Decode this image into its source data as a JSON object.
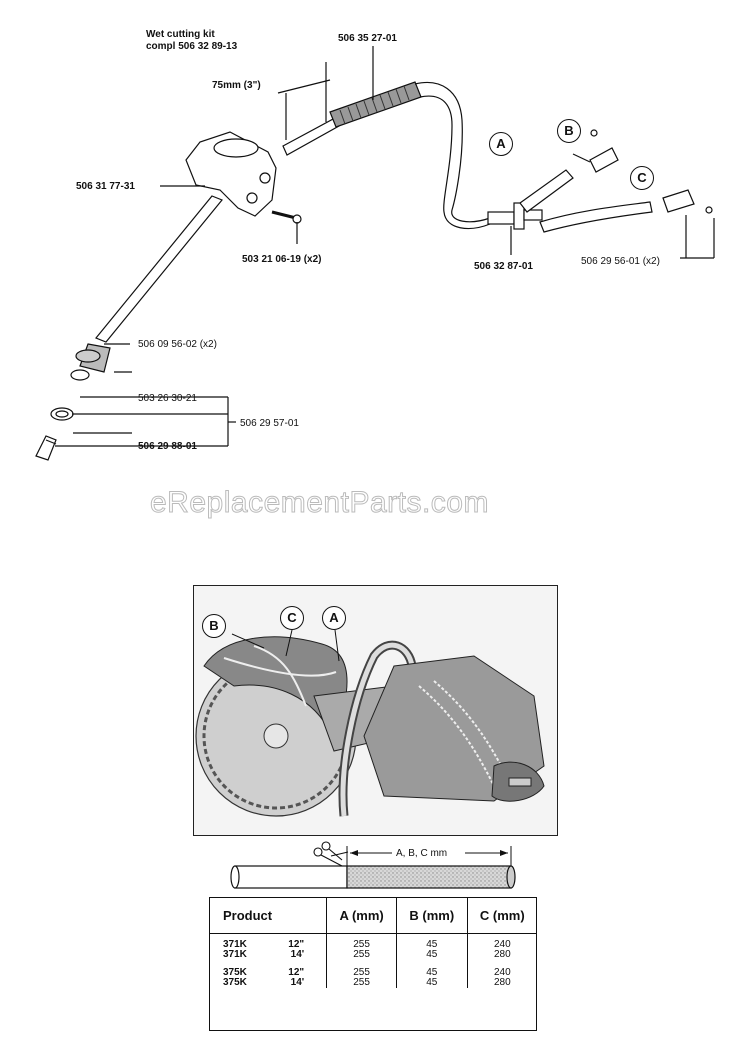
{
  "exploded_view": {
    "kit_title_line1": "Wet cutting kit",
    "kit_title_line2": "compl 506 32 89-13",
    "dimension_label": "75mm (3\")",
    "part_labels": {
      "hose_sleeve": "506 35 27-01",
      "nozzle_housing": "506 31 77-31",
      "screw": "503 21 06-19 (x2)",
      "t_connector": "506 32 87-01",
      "clamps": "506 29 56-01 (x2)",
      "coupling": "506 09 56-02 (x2)",
      "washer": "503 26 30-21",
      "group": "506 29 57-01",
      "nipple": "506 29 88-01"
    },
    "callouts": [
      "A",
      "B",
      "C"
    ]
  },
  "watermark": "eReplacementParts.com",
  "saw_view": {
    "callouts": [
      "B",
      "C",
      "A"
    ]
  },
  "hose_length": {
    "label": "A, B, C mm"
  },
  "spec_table": {
    "headers": [
      "Product",
      "A (mm)",
      "B (mm)",
      "C (mm)"
    ],
    "groups": [
      {
        "rows": [
          {
            "product": "371K",
            "size": "12\"",
            "a": "255",
            "b": "45",
            "c": "240"
          },
          {
            "product": "371K",
            "size": "14'",
            "a": "255",
            "b": "45",
            "c": "280"
          }
        ]
      },
      {
        "rows": [
          {
            "product": "375K",
            "size": "12\"",
            "a": "255",
            "b": "45",
            "c": "240"
          },
          {
            "product": "375K",
            "size": "14'",
            "a": "255",
            "b": "45",
            "c": "280"
          }
        ]
      }
    ]
  }
}
